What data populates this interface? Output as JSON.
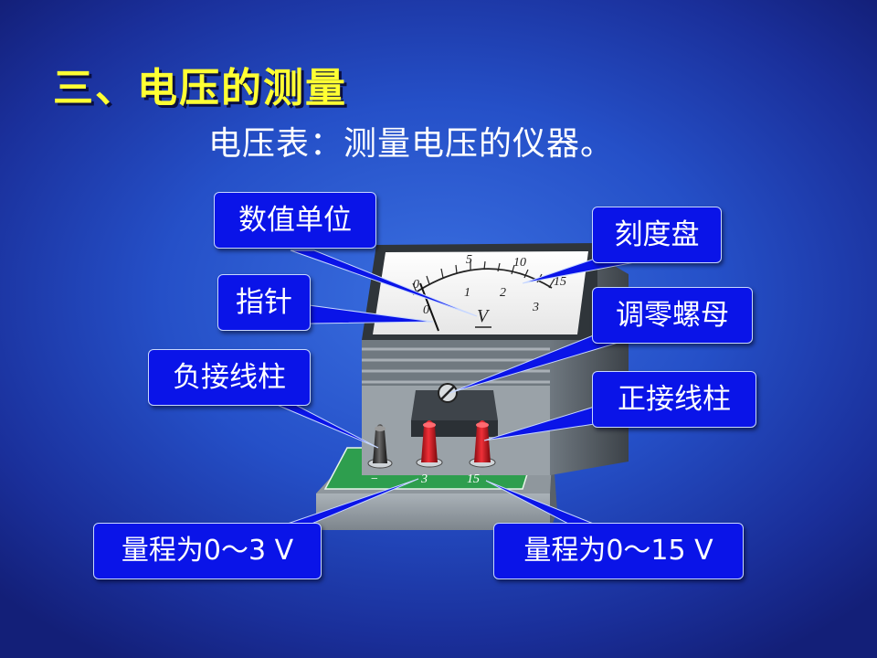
{
  "title": "三、电压的测量",
  "subtitle": "电压表：测量电压的仪器。",
  "labels": {
    "unit": "数值单位",
    "dial": "刻度盘",
    "pointer": "指针",
    "zero_nut": "调零螺母",
    "neg_terminal": "负接线柱",
    "pos_terminal": "正接线柱",
    "range_low": "量程为0～3 V",
    "range_high": "量程为0～15 V"
  },
  "meter": {
    "unit_symbol": "V",
    "scale_top": [
      "0",
      "5",
      "10",
      "15"
    ],
    "scale_bottom": [
      "0",
      "1",
      "2",
      "3"
    ],
    "terminals": [
      "−",
      "3",
      "15"
    ]
  },
  "colors": {
    "title": "#ffff33",
    "label_bg": "#0a14e8",
    "board": "#2e9e4e",
    "terminal_red": "#d8141c"
  }
}
